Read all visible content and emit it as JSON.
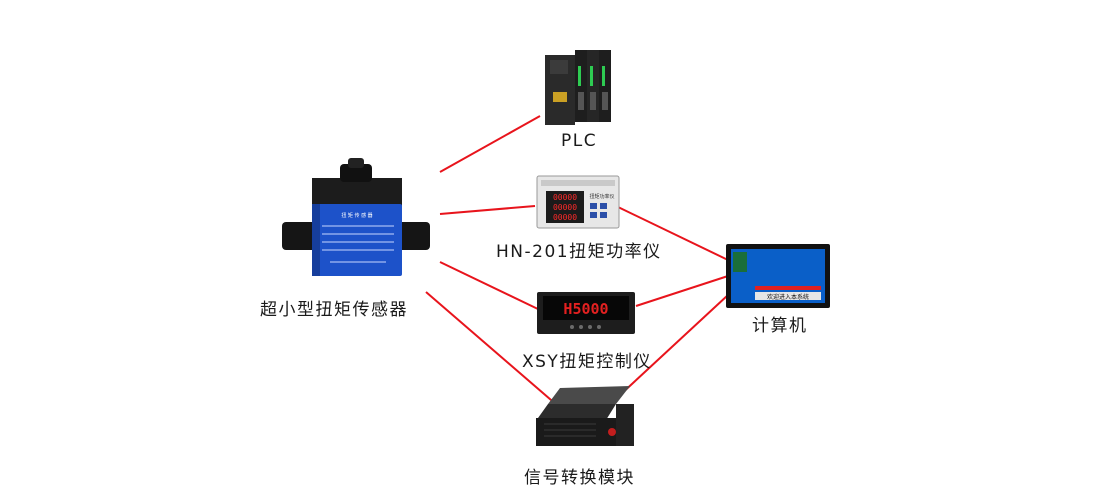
{
  "nodes": {
    "sensor": {
      "label": "超小型扭矩传感器",
      "plate_title": "扭 矩 传 感 器"
    },
    "plc": {
      "label": "PLC"
    },
    "hn201": {
      "label": "HN-201扭矩功率仪",
      "panel_title": "扭矩功率仪",
      "readouts": [
        "00000",
        "00000",
        "00000"
      ]
    },
    "xsy": {
      "label": "XSY扭矩控制仪",
      "display": "H5000"
    },
    "computer": {
      "label": "计算机",
      "screen_text": "欢迎进入本系统"
    },
    "module": {
      "label": "信号转换模块"
    }
  },
  "colors": {
    "connector": "#e8141c",
    "sensor_body": "#1d52c9",
    "screen": "#0a5fc8"
  },
  "icons": [
    "torque-sensor-icon",
    "plc-icon",
    "torque-power-meter-icon",
    "torque-controller-icon",
    "computer-monitor-icon",
    "signal-module-icon"
  ]
}
